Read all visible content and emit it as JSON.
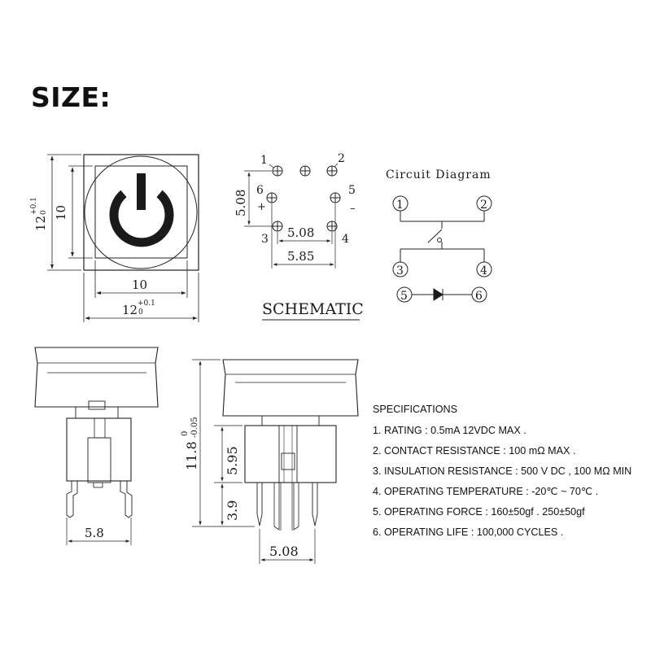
{
  "heading": "SIZE:",
  "top_view": {
    "dim_outer_h": "12",
    "dim_outer_w": "12",
    "tol_upper": "+0.1",
    "tol_lower": "0",
    "dim_inner_h": "10",
    "dim_inner_w": "10"
  },
  "pin_view": {
    "pins": [
      "1",
      "2",
      "3",
      "4",
      "5",
      "6"
    ],
    "plus": "+",
    "minus": "–",
    "dim_vertical": "5.08",
    "dim_inner": "5.08",
    "dim_outer": "5.85",
    "label": "SCHEMATIC"
  },
  "circuit": {
    "title": "Circuit Diagram",
    "nodes": [
      "1",
      "2",
      "3",
      "4",
      "5",
      "6"
    ]
  },
  "side_view": {
    "dim_width": "5.8"
  },
  "front_view": {
    "dim_height": "11.8",
    "dim_height_tol_upper": "0",
    "dim_height_tol_lower": "-0.05",
    "dim_body": "5.95",
    "dim_pin": "3.9",
    "dim_pitch": "5.08"
  },
  "specifications": {
    "heading": "SPECIFICATIONS",
    "items": [
      "1. RATING : 0.5mA 12VDC MAX .",
      "2. CONTACT RESISTANCE : 100 mΩ MAX .",
      "3. INSULATION RESISTANCE : 500 V DC , 100 MΩ MIN",
      "4. OPERATING TEMPERATURE : -20℃ ~ 70℃ .",
      "5. OPERATING FORCE : 160±50gf . 250±50gf",
      "6. OPERATING LIFE : 100,000 CYCLES ."
    ]
  }
}
